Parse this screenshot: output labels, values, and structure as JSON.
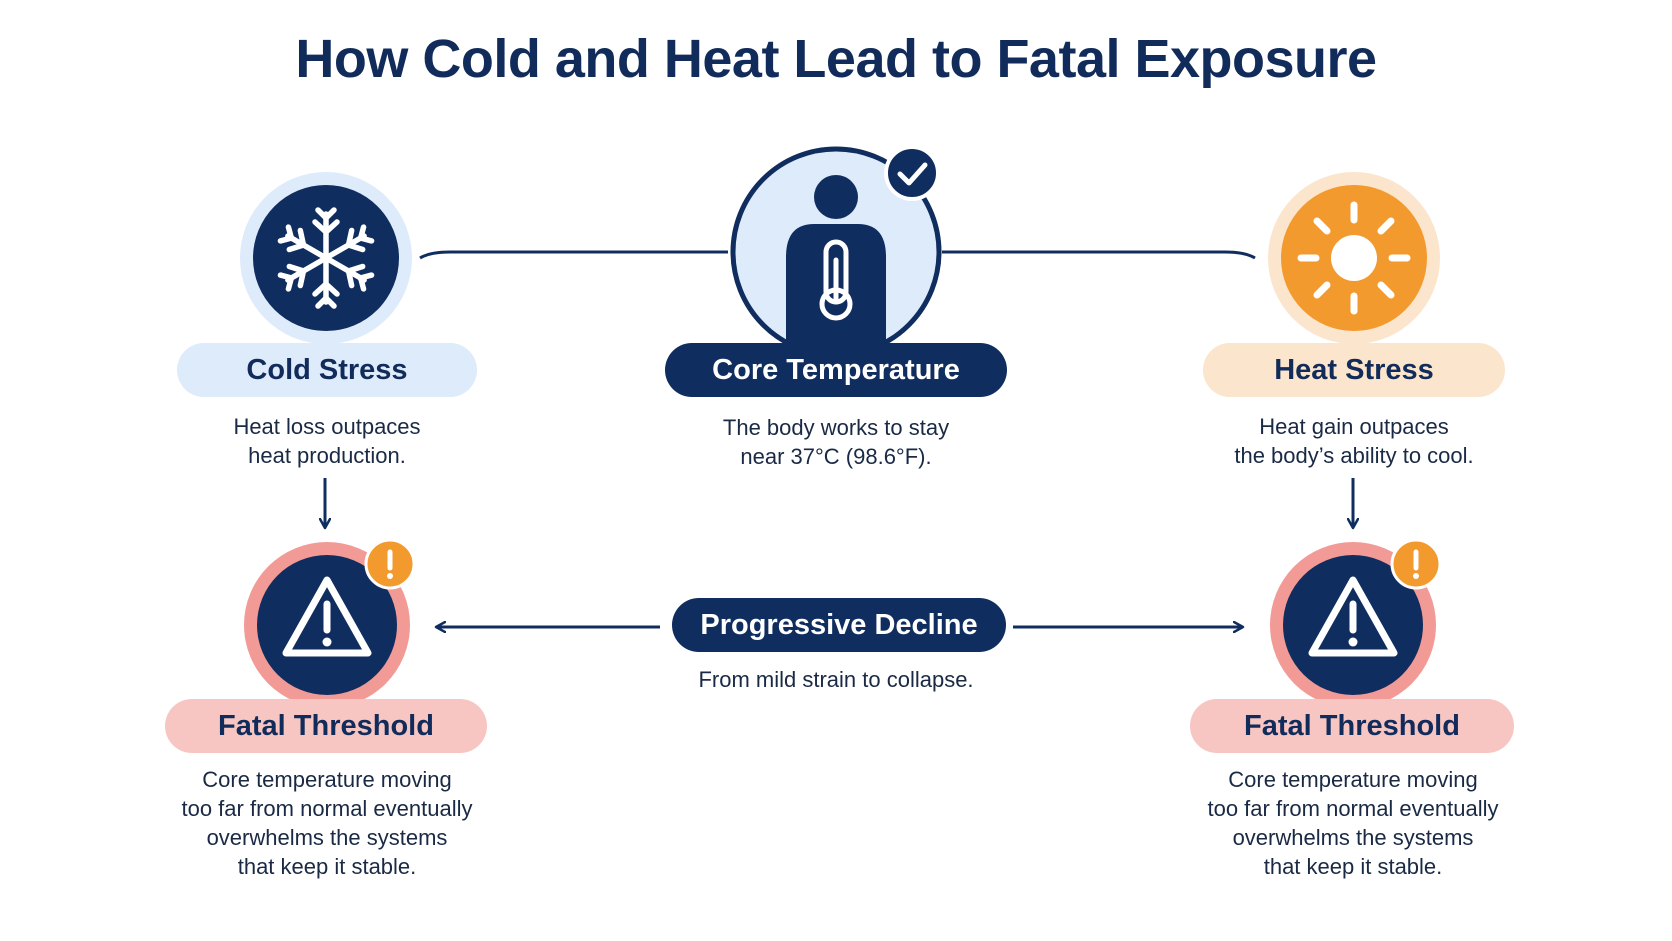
{
  "title": "How Cold and Heat Lead to Fatal Exposure",
  "colors": {
    "navy": "#102d5f",
    "light_blue": "#deebfb",
    "orange": "#f39a2e",
    "peach": "#fbe5cc",
    "pink": "#f7c6c2",
    "warning_ring": "#f29a95"
  },
  "nodes": {
    "cold_stress": {
      "icon": "snowflake-icon",
      "label": "Cold Stress",
      "description": "Heat loss outpaces\nheat production."
    },
    "core_temperature": {
      "icon": "body-thermometer-icon",
      "badge_icon": "checkmark-icon",
      "label": "Core Temperature",
      "description": "The body works to stay\nnear 37°C (98.6°F)."
    },
    "heat_stress": {
      "icon": "sun-icon",
      "label": "Heat Stress",
      "description": "Heat gain outpaces\nthe body’s ability to cool."
    },
    "progressive_decline": {
      "label": "Progressive Decline",
      "description": "From mild strain to collapse."
    },
    "fatal_threshold_cold": {
      "icon": "warning-triangle-icon",
      "badge_icon": "exclamation-icon",
      "label": "Fatal Threshold",
      "description": "Core temperature moving\ntoo far from normal eventually\noverwhelms the systems\nthat keep it stable."
    },
    "fatal_threshold_heat": {
      "icon": "warning-triangle-icon",
      "badge_icon": "exclamation-icon",
      "label": "Fatal Threshold",
      "description": "Core temperature moving\ntoo far from normal eventually\noverwhelms the systems\nthat keep it stable."
    }
  }
}
